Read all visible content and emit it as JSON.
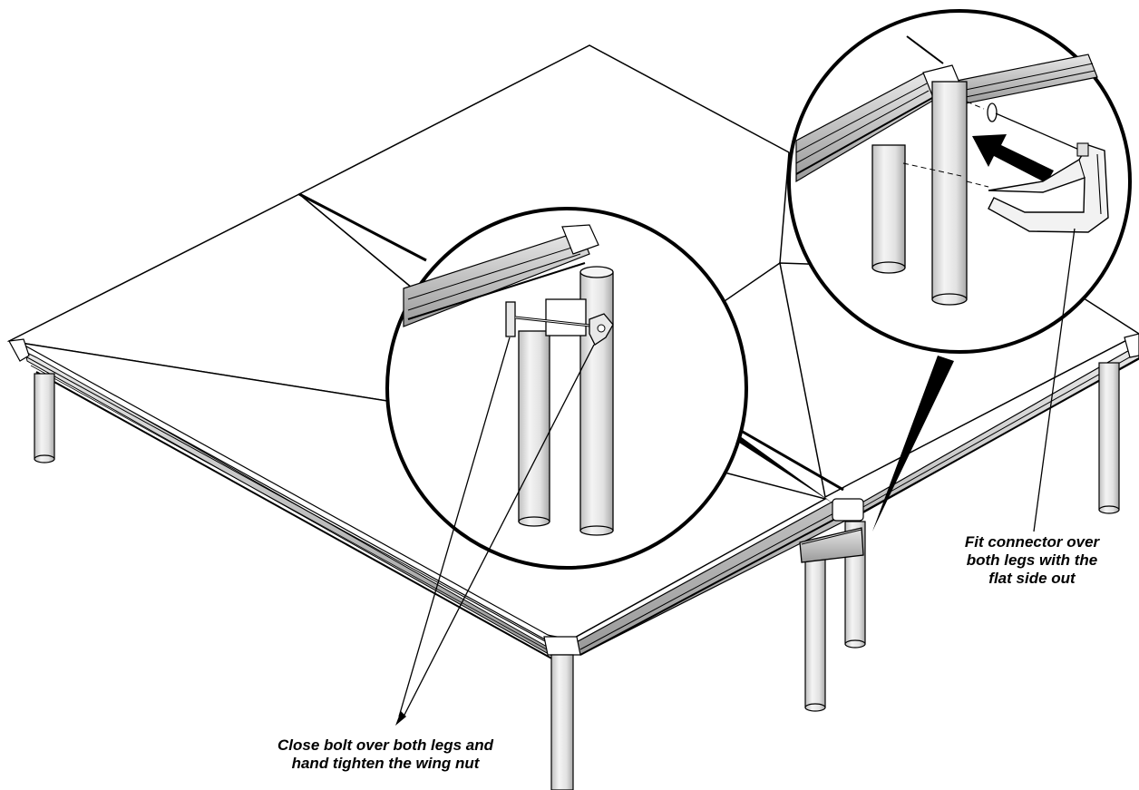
{
  "captions": {
    "bolt": {
      "line1": "Close bolt over both legs and",
      "line2": "hand tighten the wing nut"
    },
    "connector": {
      "line1": "Fit connector over",
      "line2": "both legs with the",
      "line3": "flat side out"
    }
  },
  "colors": {
    "ink": "#000000",
    "paper": "#ffffff",
    "metal_shade": "#d9d9d9",
    "metal_highlight": "#f2f2f2"
  }
}
